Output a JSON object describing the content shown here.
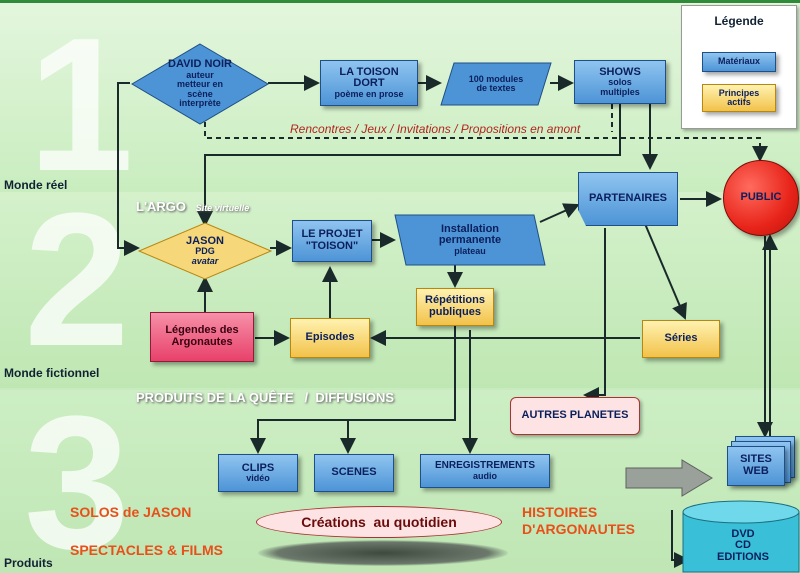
{
  "sections": {
    "num1": "1",
    "num2": "2",
    "num3": "3",
    "monde_reel": "Monde réel",
    "monde_fictionnel": "Monde fictionnel",
    "produits": "Produits"
  },
  "legend": {
    "title": "Légende",
    "materiaux": "Matériaux",
    "principes_l1": "Principes",
    "principes_l2": "actifs"
  },
  "nodes": {
    "david_noir": {
      "l1": "DAVID NOIR",
      "l2": "auteur",
      "l3": "metteur en scène",
      "l4": "interprète"
    },
    "toison_dort": {
      "l1": "LA TOISON",
      "l2": "DORT",
      "l3": "poème en prose"
    },
    "modules": {
      "l1": "100 modules",
      "l2": "de textes"
    },
    "shows": {
      "l1": "SHOWS",
      "l2": "solos",
      "l3": "multiples"
    },
    "rencontres": "Rencontres / Jeux / Invitations / Propositions en amont",
    "argo_l1": "L'ARGO",
    "argo_l2": "Site virtuelle",
    "partenaires": "PARTENAIRES",
    "public": "PUBLIC",
    "jason": {
      "l1": "JASON",
      "l2": "PDG",
      "l3": "avatar"
    },
    "projet": {
      "l1": "LE PROJET",
      "l2": "\"TOISON\""
    },
    "installation": {
      "l1": "Installation",
      "l2": "permanente",
      "l3": "plateau"
    },
    "repetitions": {
      "l1": "Répétitions",
      "l2": "publiques"
    },
    "legendes": {
      "l1": "Légendes des",
      "l2": "Argonautes"
    },
    "episodes": "Episodes",
    "series": "Séries",
    "produits_quete": "PRODUITS DE LA QUÊTE   /  DIFFUSIONS",
    "autres_planetes": "AUTRES PLANETES",
    "clips": {
      "l1": "CLIPS",
      "l2": "vidéo"
    },
    "scenes": "SCENES",
    "enregistrements": {
      "l1": "ENREGISTREMENTS",
      "l2": "audio"
    },
    "sites_web": {
      "l1": "SITES",
      "l2": "WEB"
    },
    "solos_jason": "SOLOS de JASON",
    "creations": "Créations  au quotidien",
    "histoires_l1": "HISTOIRES",
    "histoires_l2": "D'ARGONAUTES",
    "spectacles": "SPECTACLES & FILMS",
    "dvd": {
      "l1": "DVD",
      "l2": "CD",
      "l3": "EDITIONS"
    }
  },
  "colors": {
    "blue_node": "#4d94d6",
    "yellow_node": "#f2c24a",
    "red_node": "#e8241a",
    "pink_node": "#e8416a",
    "orange_text": "#e8501a",
    "background": "#cfeec6"
  }
}
